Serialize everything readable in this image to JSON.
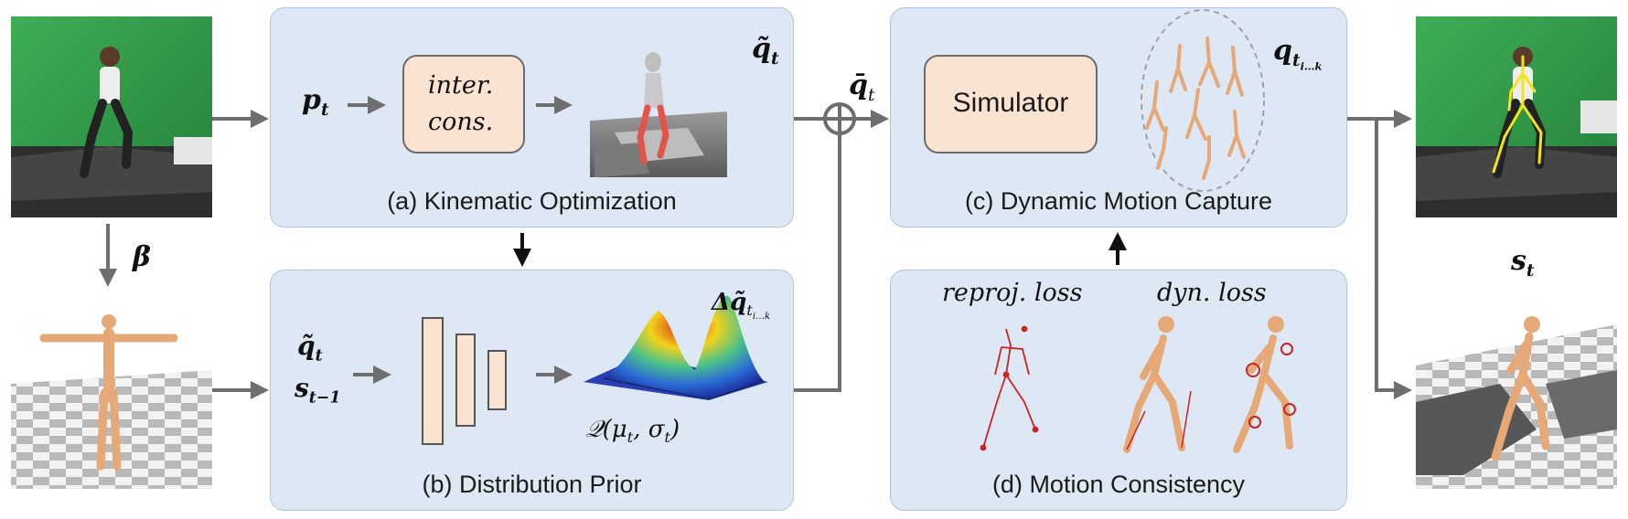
{
  "panels": {
    "a": {
      "caption": "(a) Kinematic Optimization",
      "box_line1": "inter.",
      "box_line2": "cons.",
      "input": "p",
      "input_sub": "t",
      "output": "q̃",
      "output_sub": "t"
    },
    "b": {
      "caption": "(b) Distribution Prior",
      "input1": "q̃",
      "input1_sub": "t",
      "input2": "s",
      "input2_sub": "t−1",
      "label_delta": "Δq̃",
      "label_delta_sub": "t",
      "label_delta_subsub": "i…k",
      "label_dist": "𝒬(μ",
      "label_dist_rest": ", σ",
      "label_dist_end": ")",
      "label_dist_sub": "t"
    },
    "c": {
      "caption": "(c) Dynamic Motion Capture",
      "box_label": "Simulator",
      "output": "q",
      "output_sub": "t",
      "output_subsub": "i…k"
    },
    "d": {
      "caption": "(d) Motion Consistency",
      "loss1": "reproj. loss",
      "loss2": "dyn. loss"
    }
  },
  "labels": {
    "beta": "β",
    "qbar": "q̄",
    "qbar_sub": "t",
    "st": "s",
    "st_sub": "t"
  },
  "colors": {
    "panel_fill": "#dde8f4",
    "panel_border": "#a9c6e4",
    "box_fill": "#fbe3d2",
    "box_border": "#6b6b6b",
    "arrow": "#6e6e6e",
    "green_screen": "#2e9a44",
    "wood": "#e7a877",
    "skeleton_red": "#cc2222",
    "skeleton_yellow": "#f2e61a"
  },
  "icons": [
    "video-frame-input-icon",
    "body-shape-icon",
    "mesh-on-terrain-icon",
    "gaussian-surface-icon",
    "motion-samples-icon",
    "video-frame-output-icon",
    "simulated-character-icon"
  ]
}
